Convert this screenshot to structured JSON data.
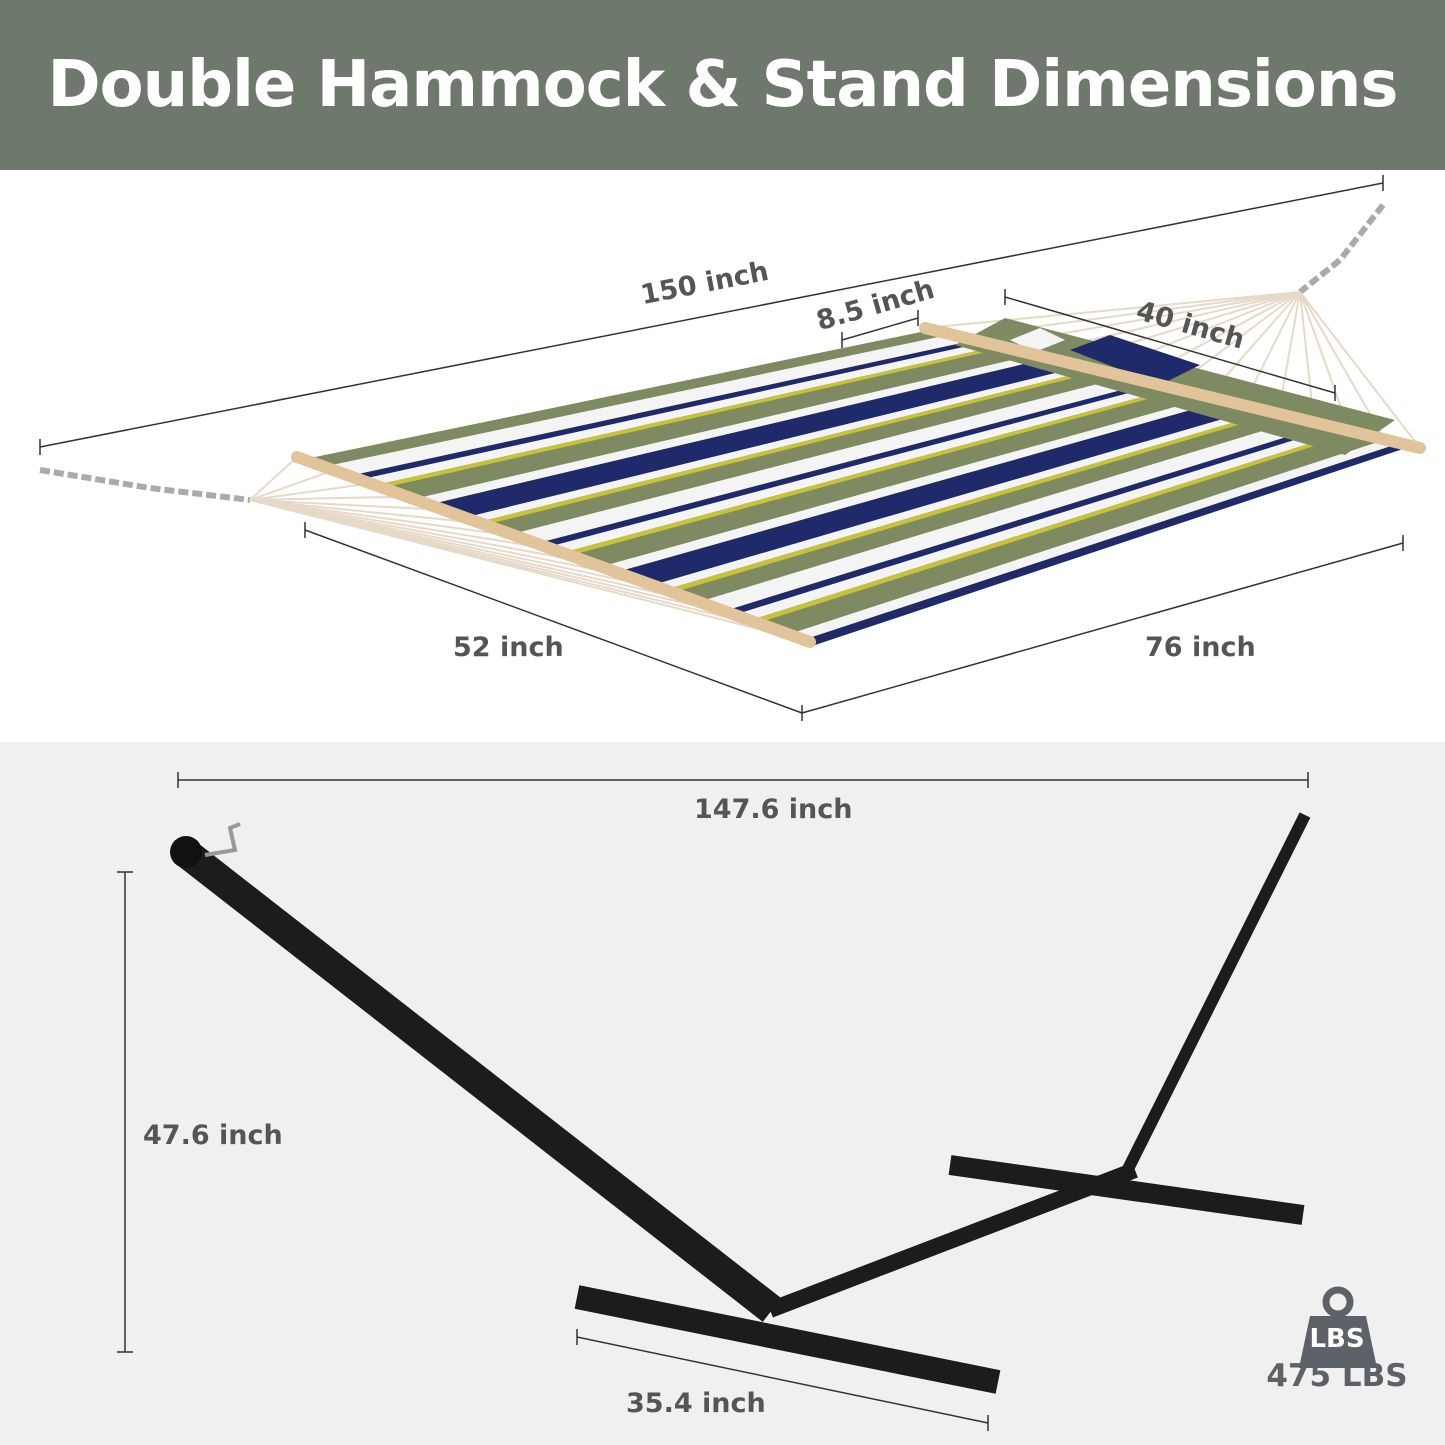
{
  "title": "Double Hammock & Stand Dimensions",
  "hammock": {
    "overall_length": "150 inch",
    "pillow_width": "8.5 inch",
    "pillow_length": "40 inch",
    "bed_width": "52 inch",
    "bed_length": "76 inch"
  },
  "stand": {
    "length": "147.6 inch",
    "height": "47.6 inch",
    "base_width": "35.4 inch"
  },
  "capacity": {
    "icon": "weight-icon",
    "icon_label": "LBS",
    "value": "475 LBS"
  },
  "colors": {
    "header": "#6f786c",
    "navy": "#1f2a6b",
    "olive": "#7d8a62",
    "yellow": "#c8c23a",
    "wood": "#e2c49a",
    "stand": "#1c1c1c"
  }
}
